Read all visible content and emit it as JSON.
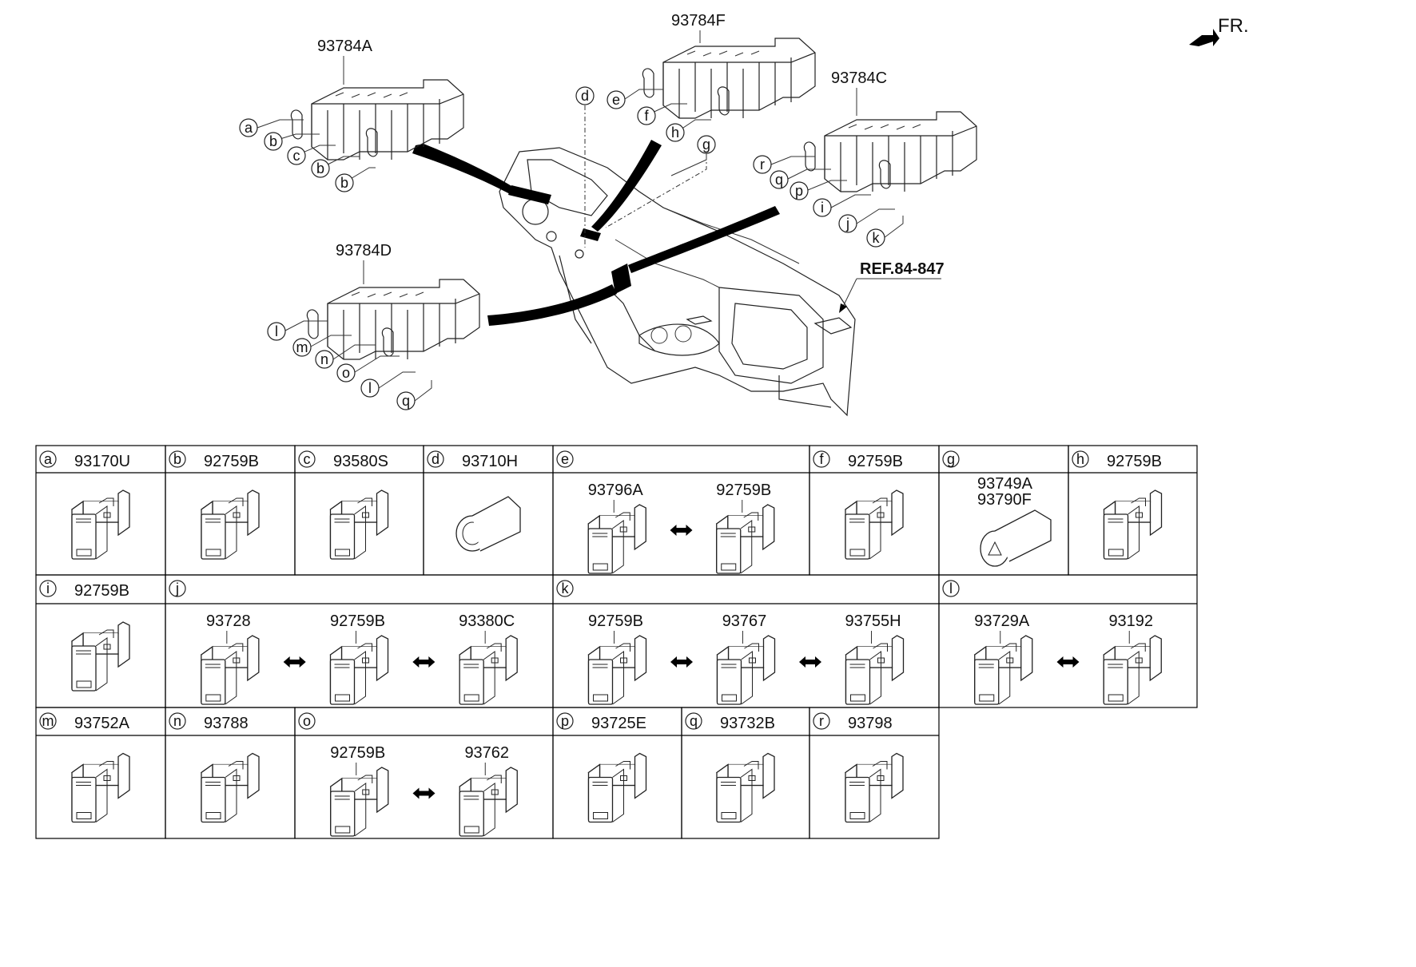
{
  "header": {
    "direction_label": "FR."
  },
  "assemblies": [
    {
      "id": "93784A",
      "label": "93784A",
      "callouts": [
        "a",
        "b",
        "c",
        "b",
        "b"
      ]
    },
    {
      "id": "93784F",
      "label": "93784F",
      "callouts": [
        "e",
        "f",
        "h",
        "g"
      ]
    },
    {
      "id": "93784C",
      "label": "93784C",
      "callouts": [
        "r",
        "q",
        "p",
        "i",
        "j",
        "k"
      ]
    },
    {
      "id": "93784D",
      "label": "93784D",
      "callouts": [
        "l",
        "m",
        "n",
        "o",
        "l",
        "q"
      ]
    }
  ],
  "dash_callout": "d",
  "reference": "REF.84-847",
  "table": {
    "row1": [
      {
        "letter": "a",
        "part": "93170U",
        "items": []
      },
      {
        "letter": "b",
        "part": "92759B",
        "items": []
      },
      {
        "letter": "c",
        "part": "93580S",
        "items": []
      },
      {
        "letter": "d",
        "part": "93710H",
        "items": []
      },
      {
        "letter": "e",
        "part": "",
        "items": [
          "93796A",
          "92759B"
        ]
      },
      {
        "letter": "f",
        "part": "92759B",
        "items": []
      },
      {
        "letter": "g",
        "part": "",
        "items": [
          "93749A",
          "93790F"
        ]
      },
      {
        "letter": "h",
        "part": "92759B",
        "items": []
      }
    ],
    "row2": [
      {
        "letter": "i",
        "part": "92759B",
        "items": []
      },
      {
        "letter": "j",
        "part": "",
        "items": [
          "93728",
          "92759B",
          "93380C"
        ]
      },
      {
        "letter": "k",
        "part": "",
        "items": [
          "92759B",
          "93767",
          "93755H"
        ]
      },
      {
        "letter": "l",
        "part": "",
        "items": [
          "93729A",
          "93192"
        ]
      }
    ],
    "row3": [
      {
        "letter": "m",
        "part": "93752A",
        "items": []
      },
      {
        "letter": "n",
        "part": "93788",
        "items": []
      },
      {
        "letter": "o",
        "part": "",
        "items": [
          "92759B",
          "93762"
        ]
      },
      {
        "letter": "p",
        "part": "93725E",
        "items": []
      },
      {
        "letter": "q",
        "part": "93732B",
        "items": []
      },
      {
        "letter": "r",
        "part": "93798",
        "items": []
      }
    ]
  }
}
